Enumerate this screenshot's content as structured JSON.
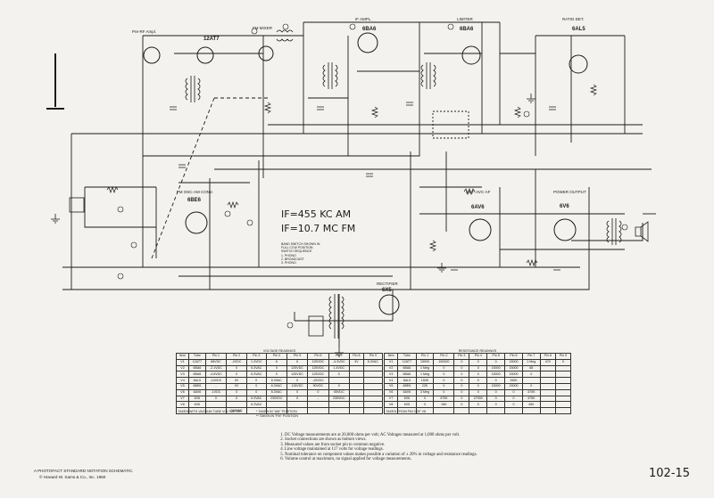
{
  "stages": {
    "rf_amp": "Pre-RF Ampl.",
    "fm_mixer": "FM MIXER",
    "if_amp": "IF AMPL.",
    "limiter": "LIMITER",
    "ratio_det": "RATIO DET.",
    "fm_osc_am_conv": "FM OSC-AM CONV.",
    "det_avc_af": "DET.-AVC-AF",
    "power_output": "POWER OUTPUT",
    "rectifier": "RECTIFIER"
  },
  "tubes": {
    "t1": "12AT7",
    "t2": "6BA6",
    "t3": "6BA6",
    "t4": "6AL5",
    "t5": "6BE6",
    "t6": "6AV6",
    "t7": "6V6",
    "t8": "6X5"
  },
  "if_freqs": [
    "IF=455 KC AM",
    "IF=10.7 MC FM"
  ],
  "band_switch_note": "BAND SWITCH SHOWN IN\nFULL CCW POSITION\nSWITCH SEQUENCE\n1. PHONO\n2. BROADCAST\n3. PHONO",
  "voltage_table": {
    "title": "VOLTAGE READINGS",
    "headers": [
      "Item",
      "Tube",
      "Pin 1",
      "Pin 2",
      "Pin 3",
      "Pin 4",
      "Pin 5",
      "Pin 6",
      "Pin 7",
      "Pin 8",
      "Pin 9"
    ],
    "rows": [
      [
        "V1",
        "12AT7",
        "68VDC",
        "-2VDC",
        "1.2VDC",
        "6",
        "6",
        "125VDC",
        "-4.3VDC",
        "3V",
        "6.3VAC"
      ],
      [
        "V2",
        "6BA6",
        "-2.1VDC",
        "0",
        "6.3VAC",
        "0",
        "125VDC",
        "125VDC",
        "1.4VDC",
        "",
        ""
      ],
      [
        "V3",
        "6BA6",
        "-4.6VDC",
        "0",
        "6.3VAC",
        "0",
        "125VDC",
        "125VDC",
        "0",
        "",
        ""
      ],
      [
        "V4",
        "6AL5",
        "-10VDC",
        "0V",
        "0",
        "6.3VAC",
        "0",
        "-10VDC",
        "",
        "",
        ""
      ],
      [
        "V5",
        "6BE6",
        "-",
        "0V",
        "0",
        "6.3VAC",
        "115VDC",
        "90VDC",
        "0",
        "",
        ""
      ],
      [
        "V6",
        "6AV6",
        "-1VDC",
        "0",
        "0",
        "6.3VAC",
        "0",
        "0",
        "55VDC",
        "",
        ""
      ],
      [
        "V7",
        "6V6",
        "0",
        "0",
        "6.3VAC",
        "230VDC",
        "0",
        "-",
        "235VDC",
        "",
        ""
      ],
      [
        "V8",
        "6X5",
        "",
        "",
        "6.3VAC",
        "",
        "",
        "",
        "",
        "",
        ""
      ],
      [
        "",
        "",
        "",
        "240VAC",
        "",
        "",
        "",
        "",
        "",
        "",
        ""
      ]
    ]
  },
  "voltage_notes": [
    "* TAKEN WITH VACUUM TUBE VOLTMETER",
    "* TAKEN IN \"AM\" POSITION",
    "** TAKEN IN \"FM\" POSITION"
  ],
  "resistance_table": {
    "title": "RESISTANCE READINGS",
    "headers": [
      "Item",
      "Tube",
      "Pin 1",
      "Pin 2",
      "Pin 3",
      "Pin 4",
      "Pin 5",
      "Pin 6",
      "Pin 7",
      "Pin 8",
      "Pin 9"
    ],
    "rows": [
      [
        "V1",
        "12AT7",
        "15000",
        "150000",
        "0",
        "0",
        "0",
        "15000",
        "1 Meg",
        "470",
        "0"
      ],
      [
        "V2",
        "6BA6",
        "1 Meg",
        "0",
        "0",
        "0",
        "15000",
        "15000",
        "68",
        "",
        ""
      ],
      [
        "V3",
        "6BA6",
        "1 Meg",
        "0",
        "0",
        "0",
        "15000",
        "15000",
        "0",
        "",
        ""
      ],
      [
        "V4",
        "6AL5",
        "150K",
        "0",
        "0",
        "0",
        "0",
        "150K",
        "",
        "",
        ""
      ],
      [
        "V5",
        "6BE6",
        "22K",
        "0",
        "0",
        "0",
        "15000",
        "15000",
        "0",
        "",
        ""
      ],
      [
        "V6",
        "6AV6",
        "3 Meg",
        "0",
        "0",
        "0",
        "0",
        "0",
        "470K",
        "",
        ""
      ],
      [
        "V7",
        "6V6",
        "0",
        "470K",
        "0",
        "27000",
        "0",
        "0",
        "470K",
        "",
        ""
      ],
      [
        "V8",
        "6X5",
        "0",
        "280",
        "0",
        "0",
        "0",
        "0",
        "260",
        "",
        ""
      ],
      [
        "",
        "",
        "",
        "",
        "",
        "",
        "",
        "",
        "",
        "",
        ""
      ]
    ]
  },
  "resistance_note": "* TAKEN FROM PIN 3 OF V8",
  "notes": [
    "DC Voltage measurements are at 20,000 ohms per volt; AC Voltages measured at 1,000 ohms per volt.",
    "Socket connections are shown as bottom views.",
    "Measured values are from socket pin to common negative.",
    "Line voltage maintained at 117 volts for voltage readings.",
    "Nominal tolerance on component values makes possible a variation of ± 20% in voltage and resistance readings.",
    "Volume control at maximum, no signal applied for voltage measurements."
  ],
  "credit": [
    "A PHOTOFACT STANDARD NOTATION SCHEMATIC",
    "© Howard W. Sams & Co., Inc. 1950"
  ],
  "page_number": "102-15",
  "ink_color": "#1b1b1b",
  "paper_color": "#f4f2ee"
}
